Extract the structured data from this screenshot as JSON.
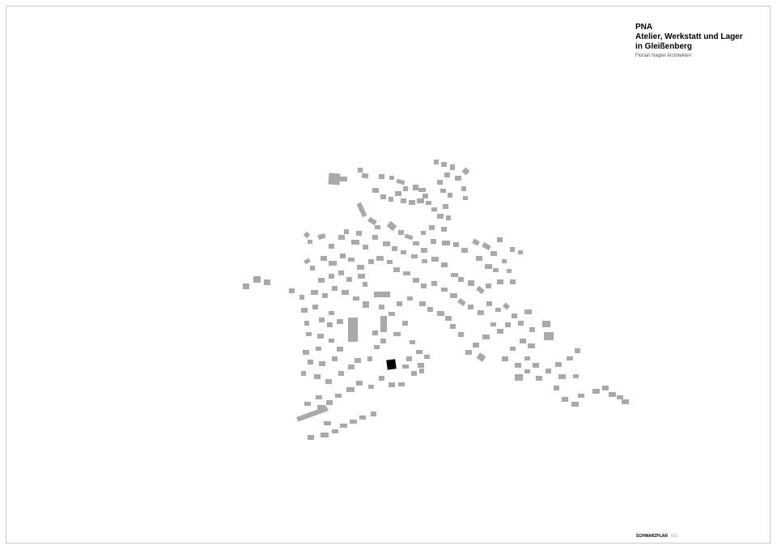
{
  "title_block": {
    "line1": "PNA",
    "line2": "Atelier, Werkstatt und Lager",
    "line3": "in Gleißenberg",
    "architect": "Florian Nagler Architekten"
  },
  "footer": {
    "label": "SCHWARZPLAN",
    "number": "003"
  },
  "colors": {
    "existing_buildings": "#a9a9a9",
    "project_building": "#000000",
    "frame": "#c8c8c8",
    "background": "#ffffff"
  }
}
